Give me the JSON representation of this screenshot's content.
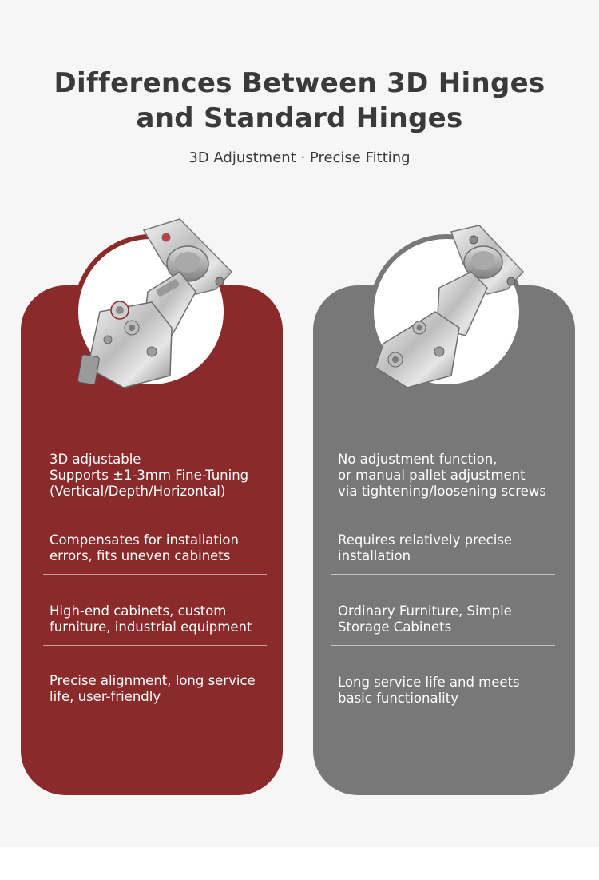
{
  "header": {
    "title_line1": "Differences Between 3D Hinges",
    "title_line2": "and Standard Hinges",
    "subtitle": "3D Adjustment · Precise Fitting"
  },
  "colors": {
    "left_panel": "#8b2a2a",
    "right_panel": "#787878",
    "background": "#f6f6f6",
    "title_text": "#3a3a3a"
  },
  "left_column": {
    "image": "3d-hinge-image",
    "rows": [
      {
        "lines": [
          "3D adjustable",
          "Supports ±1-3mm Fine-Tuning",
          "(Vertical/Depth/Horizontal)"
        ]
      },
      {
        "lines": [
          "Compensates for installation",
          "errors, fits uneven cabinets"
        ]
      },
      {
        "lines": [
          "High-end cabinets, custom",
          "furniture, industrial equipment"
        ]
      },
      {
        "lines": [
          "Precise alignment, long service",
          "life, user-friendly"
        ]
      }
    ]
  },
  "right_column": {
    "image": "standard-hinge-image",
    "rows": [
      {
        "lines": [
          "No adjustment function,",
          "or manual pallet adjustment",
          "via tightening/loosening screws"
        ]
      },
      {
        "lines": [
          "Requires relatively precise",
          "installation"
        ]
      },
      {
        "lines": [
          "Ordinary Furniture, Simple",
          "Storage Cabinets"
        ]
      },
      {
        "lines": [
          "Long service life and meets",
          "basic functionality"
        ]
      }
    ]
  }
}
